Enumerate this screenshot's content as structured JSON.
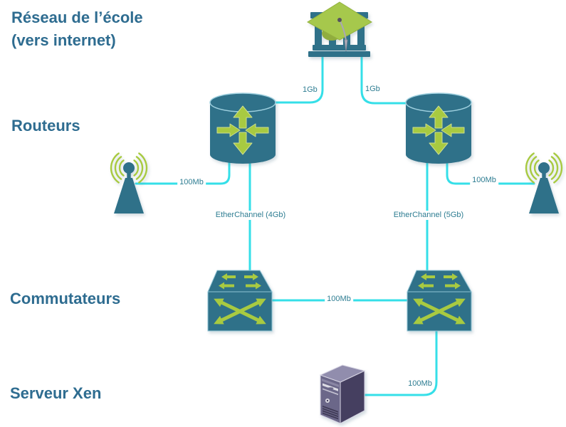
{
  "title": {
    "line1": "Réseau de l’école",
    "line2": "(vers internet)"
  },
  "sections": {
    "routers": "Routeurs",
    "switches": "Commutateurs",
    "server": "Serveur Xen"
  },
  "nodes": [
    {
      "id": "school",
      "icon": "school-building-graduation-cap"
    },
    {
      "id": "router-left",
      "icon": "cisco-router"
    },
    {
      "id": "router-right",
      "icon": "cisco-router"
    },
    {
      "id": "antenna-left",
      "icon": "wireless-antenna"
    },
    {
      "id": "antenna-right",
      "icon": "wireless-antenna"
    },
    {
      "id": "switch-left",
      "icon": "cisco-switch"
    },
    {
      "id": "switch-right",
      "icon": "cisco-switch"
    },
    {
      "id": "xen-server",
      "icon": "server-tower"
    }
  ],
  "edges": [
    {
      "from": "school",
      "to": "router-left",
      "label": "1Gb"
    },
    {
      "from": "school",
      "to": "router-right",
      "label": "1Gb"
    },
    {
      "from": "antenna-left",
      "to": "router-left",
      "label": "100Mb"
    },
    {
      "from": "router-right",
      "to": "antenna-right",
      "label": "100Mb"
    },
    {
      "from": "router-left",
      "to": "switch-left",
      "label": "EtherChannel (4Gb)"
    },
    {
      "from": "router-right",
      "to": "switch-right",
      "label": "EtherChannel (5Gb)"
    },
    {
      "from": "switch-left",
      "to": "switch-right",
      "label": "100Mb"
    },
    {
      "from": "switch-right",
      "to": "xen-server",
      "label": "100Mb"
    }
  ],
  "colors": {
    "node_teal": "#2F7189",
    "accent_green": "#A8CA41",
    "link_cyan": "#35DFE8",
    "edge_label_teal": "#2E7D92",
    "heading_blue": "#2E6C90",
    "server_purple": "#453F60"
  }
}
